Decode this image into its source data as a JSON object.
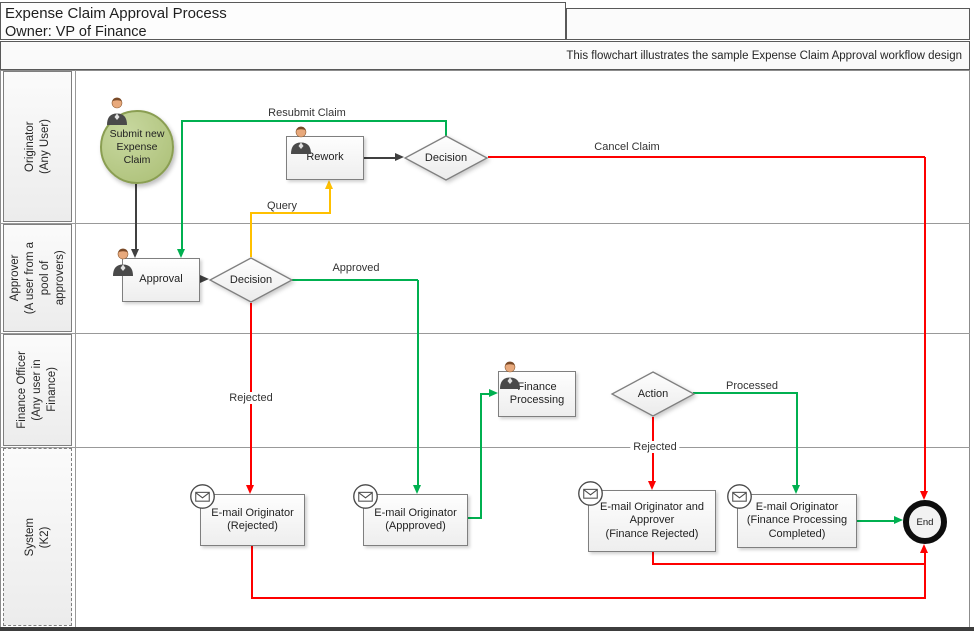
{
  "header": {
    "title_line1": "Expense Claim Approval Process",
    "title_line2": "Owner: VP of Finance",
    "note": "This flowchart illustrates the sample Expense Claim Approval workflow design"
  },
  "lanes": [
    {
      "label": "Originator\n(Any User)"
    },
    {
      "label": "Approver\n(A user from a\npool of\napprovers)"
    },
    {
      "label": "Finance Officer\n(Any user in\nFinance)"
    },
    {
      "label": "System\n(K2)"
    }
  ],
  "nodes": {
    "submit": "Submit new\nExpense\nClaim",
    "rework": "Rework",
    "decision1": "Decision",
    "approval": "Approval",
    "decision2": "Decision",
    "finance_processing": "Finance\nProcessing",
    "action": "Action",
    "email_rejected": "E-mail Originator\n(Rejected)",
    "email_approved": "E-mail Originator\n(Appproved)",
    "email_finance_rejected": "E-mail Originator and\nApprover\n(Finance Rejected)",
    "email_finance_completed": "E-mail Originator\n(Finance Processing\nCompleted)",
    "end": "End"
  },
  "edge_labels": {
    "resubmit": "Resubmit Claim",
    "cancel": "Cancel Claim",
    "query": "Query",
    "approved": "Approved",
    "rejected_approver": "Rejected",
    "processed": "Processed",
    "rejected_finance": "Rejected"
  },
  "colors": {
    "green": "#00b050",
    "red": "#fe0000",
    "yellow": "#ffc000",
    "dark": "#404040",
    "node-border": "#7f7f7f"
  }
}
